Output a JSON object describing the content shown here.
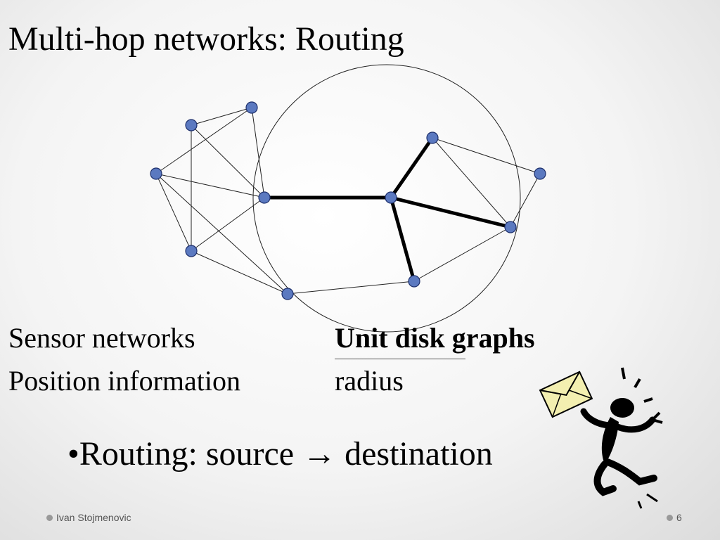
{
  "slide": {
    "title": "Multi-hop networks: Routing",
    "left_col": [
      "Sensor networks",
      "Position information"
    ],
    "right_col": {
      "heading": "Unit disk graphs",
      "sub": "radius"
    },
    "bullet": {
      "marker": "•",
      "text": "Routing: source → destination"
    },
    "footer": {
      "author": "Ivan Stojmenovic",
      "page": "6"
    }
  },
  "graph": {
    "nodes": [
      {
        "id": "a"
      },
      {
        "id": "b"
      },
      {
        "id": "c"
      },
      {
        "id": "d"
      },
      {
        "id": "e"
      },
      {
        "id": "f"
      },
      {
        "id": "g"
      },
      {
        "id": "h"
      },
      {
        "id": "i"
      },
      {
        "id": "j"
      },
      {
        "id": "k"
      }
    ],
    "edges": [
      [
        "a",
        "b"
      ],
      [
        "a",
        "d"
      ],
      [
        "a",
        "e"
      ],
      [
        "b",
        "c"
      ],
      [
        "c",
        "d"
      ],
      [
        "c",
        "e"
      ],
      [
        "d",
        "e"
      ],
      [
        "e",
        "b"
      ],
      [
        "c",
        "j"
      ],
      [
        "d",
        "j"
      ],
      [
        "j",
        "k"
      ],
      [
        "f",
        "g"
      ],
      [
        "f",
        "i"
      ],
      [
        "g",
        "i"
      ],
      [
        "i",
        "k"
      ]
    ],
    "highlight_edges": [
      [
        "e",
        "h"
      ],
      [
        "h",
        "f"
      ],
      [
        "h",
        "i"
      ],
      [
        "h",
        "k"
      ]
    ]
  },
  "colors": {
    "node": "#5b79c0",
    "node_stroke": "#1d2f6b",
    "edge": "#222222",
    "bold_edge": "#000000"
  },
  "icons": [
    "envelope-icon",
    "stick-figure-icon"
  ]
}
